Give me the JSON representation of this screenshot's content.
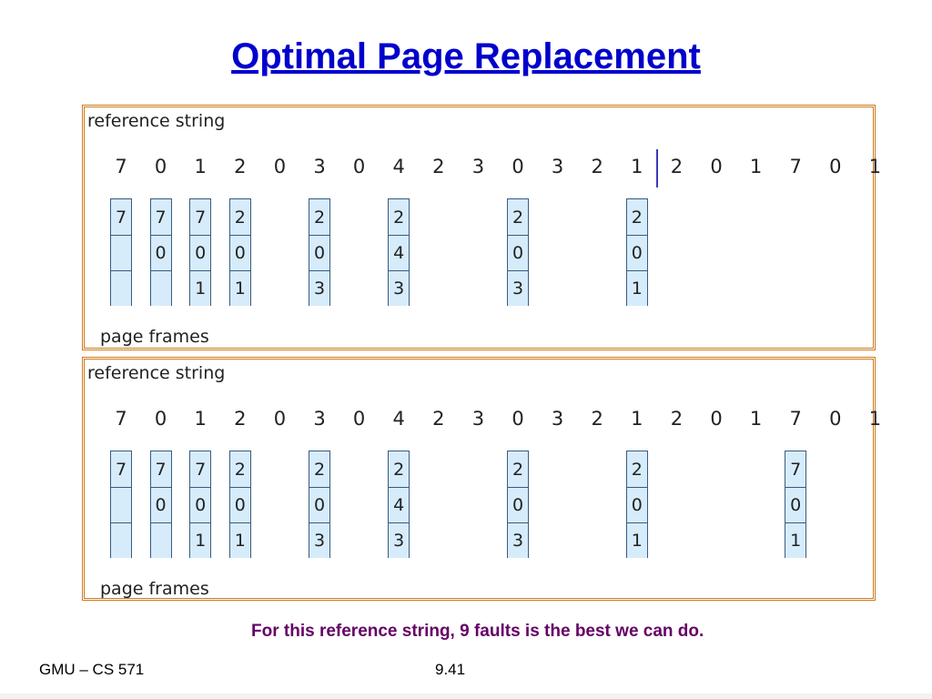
{
  "slide": {
    "title": "Optimal Page Replacement",
    "note": "For this reference string, 9 faults is the best we can do.",
    "footer_left": "GMU – CS 571",
    "page_number": "9.41"
  },
  "diagrams": [
    {
      "reference_label": "reference string",
      "frames_label": "page frames",
      "reference_string": [
        "7",
        "0",
        "1",
        "2",
        "0",
        "3",
        "0",
        "4",
        "2",
        "3",
        "0",
        "3",
        "2",
        "1",
        "2",
        "0",
        "1",
        "7",
        "0",
        "1"
      ],
      "divider_after_index": 13,
      "frames": [
        {
          "ref_index": 0,
          "cells": [
            "7",
            "",
            ""
          ]
        },
        {
          "ref_index": 1,
          "cells": [
            "7",
            "0",
            ""
          ]
        },
        {
          "ref_index": 2,
          "cells": [
            "7",
            "0",
            "1"
          ]
        },
        {
          "ref_index": 3,
          "cells": [
            "2",
            "0",
            "1"
          ]
        },
        {
          "ref_index": 5,
          "cells": [
            "2",
            "0",
            "3"
          ]
        },
        {
          "ref_index": 7,
          "cells": [
            "2",
            "4",
            "3"
          ]
        },
        {
          "ref_index": 10,
          "cells": [
            "2",
            "0",
            "3"
          ]
        },
        {
          "ref_index": 13,
          "cells": [
            "2",
            "0",
            "1"
          ]
        }
      ]
    },
    {
      "reference_label": "reference string",
      "frames_label": "page frames",
      "reference_string": [
        "7",
        "0",
        "1",
        "2",
        "0",
        "3",
        "0",
        "4",
        "2",
        "3",
        "0",
        "3",
        "2",
        "1",
        "2",
        "0",
        "1",
        "7",
        "0",
        "1"
      ],
      "divider_after_index": null,
      "frames": [
        {
          "ref_index": 0,
          "cells": [
            "7",
            "",
            ""
          ]
        },
        {
          "ref_index": 1,
          "cells": [
            "7",
            "0",
            ""
          ]
        },
        {
          "ref_index": 2,
          "cells": [
            "7",
            "0",
            "1"
          ]
        },
        {
          "ref_index": 3,
          "cells": [
            "2",
            "0",
            "1"
          ]
        },
        {
          "ref_index": 5,
          "cells": [
            "2",
            "0",
            "3"
          ]
        },
        {
          "ref_index": 7,
          "cells": [
            "2",
            "4",
            "3"
          ]
        },
        {
          "ref_index": 10,
          "cells": [
            "2",
            "0",
            "3"
          ]
        },
        {
          "ref_index": 13,
          "cells": [
            "2",
            "0",
            "1"
          ]
        },
        {
          "ref_index": 17,
          "cells": [
            "7",
            "0",
            "1"
          ]
        }
      ]
    }
  ]
}
